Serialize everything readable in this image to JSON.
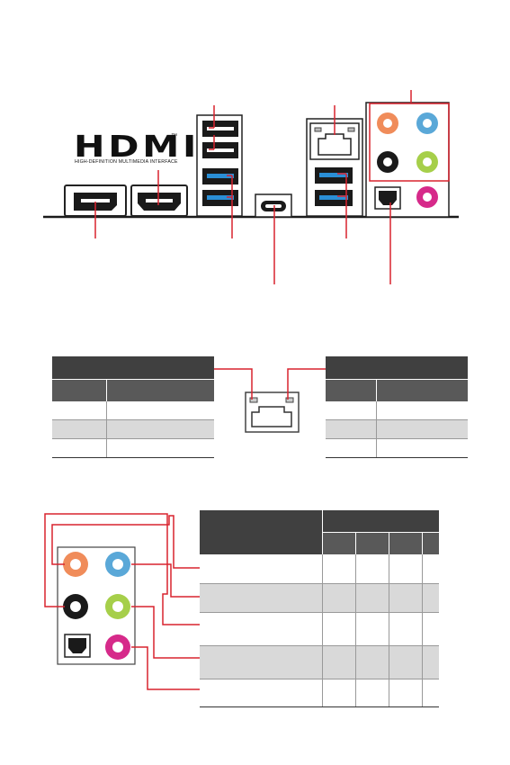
{
  "hdmi_logo": {
    "wordmark": "HDMI",
    "tagline": "HIGH-DEFINITION MULTIMEDIA INTERFACE",
    "tm": "™"
  },
  "lan_tables": {
    "left": {
      "header": "",
      "col1": "",
      "col2": "",
      "rows": [
        [
          "",
          ""
        ],
        [
          "",
          ""
        ],
        [
          "",
          ""
        ]
      ]
    },
    "right": {
      "header": "",
      "col1": "",
      "col2": "",
      "rows": [
        [
          "",
          ""
        ],
        [
          "",
          ""
        ],
        [
          "",
          ""
        ]
      ]
    }
  },
  "audio_table": {
    "header_left": "",
    "header_right": "",
    "sub_cols": [
      "",
      "",
      "",
      ""
    ],
    "rows": [
      "",
      "",
      "",
      "",
      ""
    ]
  },
  "colors": {
    "callout_red": "#d9232e",
    "table_header": "#404040",
    "table_subheader": "#595959",
    "row_alt": "#d9d9d9",
    "audio_orange": "#f08c5a",
    "audio_blue": "#5aa8d8",
    "audio_black": "#1a1a1a",
    "audio_green": "#a6cf4a",
    "audio_pink": "#d62a8a",
    "usb3_blue": "#2a8fd6"
  },
  "icons": [
    "hdmi-logo",
    "displayport-port",
    "hdmi-port",
    "usb2-port",
    "usb3-port",
    "usb-c-port",
    "lan-port",
    "optical-spdif-port",
    "audio-jack"
  ]
}
